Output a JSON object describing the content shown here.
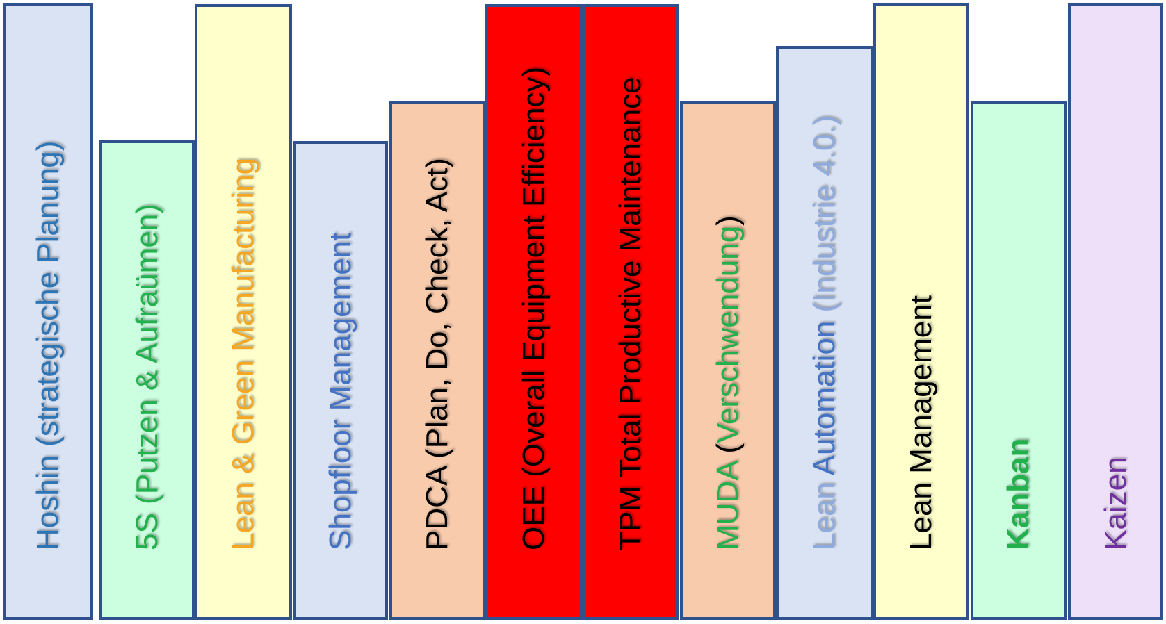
{
  "palette": {
    "border": "#2f528f",
    "blue_gray": "#dae3f3",
    "mint": "#ccffe0",
    "cream": "#ffffcc",
    "peach": "#f8cbad",
    "red": "#ff0000",
    "lavender": "#eee0f8"
  },
  "books": [
    {
      "id": "hoshin",
      "fill": "#dae3f3",
      "bold": false,
      "parts": [
        {
          "text": "Hoshin (strategische Planung)",
          "color": "#2e75b6"
        }
      ]
    },
    {
      "id": "5s",
      "fill": "#ccffe0",
      "bold": false,
      "parts": [
        {
          "text": "5S (Putzen & Aufraümen)",
          "color": "#22b14c"
        }
      ]
    },
    {
      "id": "lean-green",
      "fill": "#ffffcc",
      "bold": false,
      "parts": [
        {
          "text": "Lean & ",
          "color": "#f5a623"
        },
        {
          "text": "Green Manufacturing",
          "color": "#f5a623"
        }
      ]
    },
    {
      "id": "shopfloor",
      "fill": "#dae3f3",
      "bold": false,
      "parts": [
        {
          "text": "Shopfloor Management",
          "color": "#4472c4"
        }
      ]
    },
    {
      "id": "pdca",
      "fill": "#f8cbad",
      "bold": false,
      "parts": [
        {
          "text": "PDCA (Plan, Do, Check, Act)",
          "color": "#000000"
        }
      ]
    },
    {
      "id": "oee",
      "fill": "#ff0000",
      "bold": false,
      "parts": [
        {
          "text": "OEE (Overall Equipment Efficiency)",
          "color": "#000000"
        }
      ]
    },
    {
      "id": "tpm",
      "fill": "#ff0000",
      "bold": false,
      "parts": [
        {
          "text": "TPM Total Productive Maintenance",
          "color": "#000000"
        }
      ]
    },
    {
      "id": "muda",
      "fill": "#f8cbad",
      "bold": false,
      "parts": [
        {
          "text": "MUDA ",
          "color": "#22b14c"
        },
        {
          "text": "(",
          "color": "#000000"
        },
        {
          "text": "Verschwendung",
          "color": "#22b14c"
        },
        {
          "text": ")",
          "color": "#000000"
        }
      ]
    },
    {
      "id": "lean-automation",
      "fill": "#dae3f3",
      "bold": false,
      "parts": [
        {
          "text": "Lean ",
          "color": "#8faadc"
        },
        {
          "text": "Automation ",
          "color": "#4472c4"
        },
        {
          "text": "(Industrie 4.0.)",
          "color": "#8faadc"
        }
      ]
    },
    {
      "id": "lean-management",
      "fill": "#ffffcc",
      "bold": false,
      "parts": [
        {
          "text": "Lean Management",
          "color": "#000000"
        }
      ]
    },
    {
      "id": "kanban",
      "fill": "#ccffe0",
      "bold": true,
      "parts": [
        {
          "text": "Kanban",
          "color": "#22b14c"
        }
      ]
    },
    {
      "id": "kaizen",
      "fill": "#eee0f8",
      "bold": false,
      "parts": [
        {
          "text": "Kaizen",
          "color": "#7030a0"
        }
      ]
    }
  ]
}
